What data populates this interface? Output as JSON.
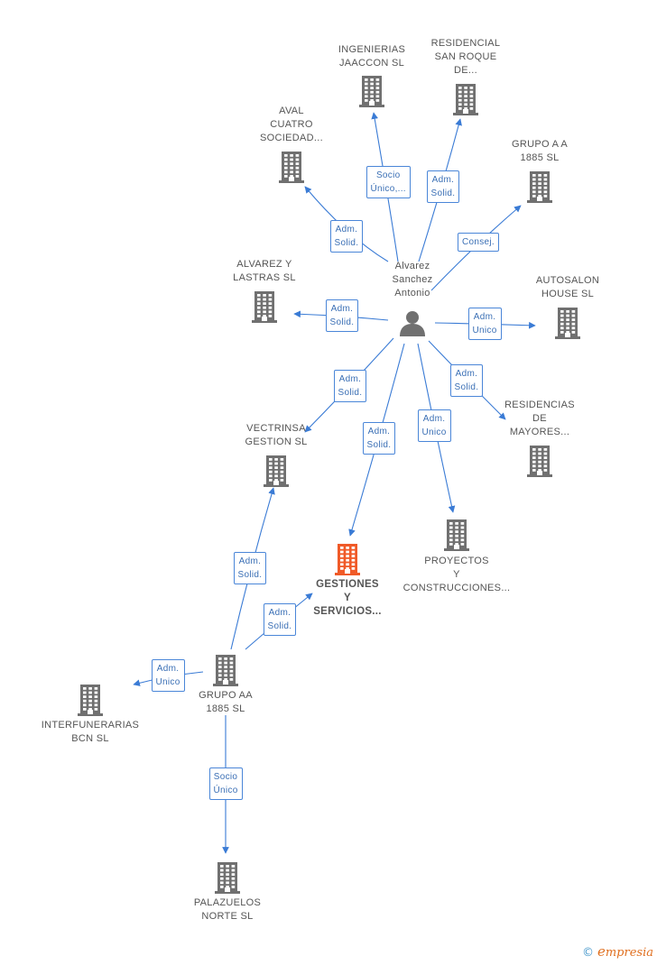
{
  "colors": {
    "edge": "#3a7bd5",
    "building": "#707070",
    "highlight": "#f05a28",
    "text": "#555555"
  },
  "person": {
    "label": "Alvarez\nSanchez\nAntonio",
    "icon": "person-icon"
  },
  "companies": [
    {
      "id": "ingenierias",
      "label": "INGENIERIAS\nJAACCON SL",
      "icon": "building-icon"
    },
    {
      "id": "residencial",
      "label": "RESIDENCIAL\nSAN ROQUE\nDE...",
      "icon": "building-icon"
    },
    {
      "id": "aval",
      "label": "AVAL\nCUATRO\nSOCIEDAD...",
      "icon": "building-icon"
    },
    {
      "id": "grupoa",
      "label": "GRUPO A A\n1885 SL",
      "icon": "building-icon"
    },
    {
      "id": "alvarez",
      "label": "ALVAREZ Y\nLASTRAS SL",
      "icon": "building-icon"
    },
    {
      "id": "autosalon",
      "label": "AUTOSALON\nHOUSE SL",
      "icon": "building-icon"
    },
    {
      "id": "vectrinsa",
      "label": "VECTRINSA\nGESTION SL",
      "icon": "building-icon"
    },
    {
      "id": "residencias",
      "label": "RESIDENCIAS\nDE\nMAYORES...",
      "icon": "building-icon"
    },
    {
      "id": "gestiones",
      "label": "GESTIONES\nY\nSERVICIOS...",
      "icon": "building-icon",
      "highlight": true
    },
    {
      "id": "proyectos",
      "label": "PROYECTOS\nY\nCONSTRUCCIONES...",
      "icon": "building-icon"
    },
    {
      "id": "grupoaa",
      "label": "GRUPO AA\n1885  SL",
      "icon": "building-icon"
    },
    {
      "id": "interfunerarias",
      "label": "INTERFUNERARIAS\nBCN SL",
      "icon": "building-icon"
    },
    {
      "id": "palazuelos",
      "label": "PALAZUELOS\nNORTE SL",
      "icon": "building-icon"
    }
  ],
  "relations": [
    {
      "from": "person",
      "to": "ingenierias",
      "label": "Socio\nÚnico,..."
    },
    {
      "from": "person",
      "to": "residencial",
      "label": "Adm.\nSolid."
    },
    {
      "from": "person",
      "to": "aval",
      "label": "Adm.\nSolid."
    },
    {
      "from": "person",
      "to": "grupoa",
      "label": "Consej."
    },
    {
      "from": "person",
      "to": "alvarez",
      "label": "Adm.\nSolid."
    },
    {
      "from": "person",
      "to": "autosalon",
      "label": "Adm.\nUnico"
    },
    {
      "from": "person",
      "to": "vectrinsa",
      "label": "Adm.\nSolid."
    },
    {
      "from": "person",
      "to": "residencias",
      "label": "Adm.\nSolid."
    },
    {
      "from": "person",
      "to": "gestiones",
      "label": "Adm.\nSolid."
    },
    {
      "from": "person",
      "to": "proyectos",
      "label": "Adm.\nUnico"
    },
    {
      "from": "grupoaa",
      "to": "vectrinsa",
      "label": "Adm.\nSolid."
    },
    {
      "from": "grupoaa",
      "to": "gestiones",
      "label": "Adm.\nSolid."
    },
    {
      "from": "grupoaa",
      "to": "interfunerarias",
      "label": "Adm.\nUnico"
    },
    {
      "from": "grupoaa",
      "to": "palazuelos",
      "label": "Socio\nÚnico"
    }
  ],
  "footer": {
    "copyright": "©",
    "brand_initial": "e",
    "brand_rest": "mpresia"
  }
}
